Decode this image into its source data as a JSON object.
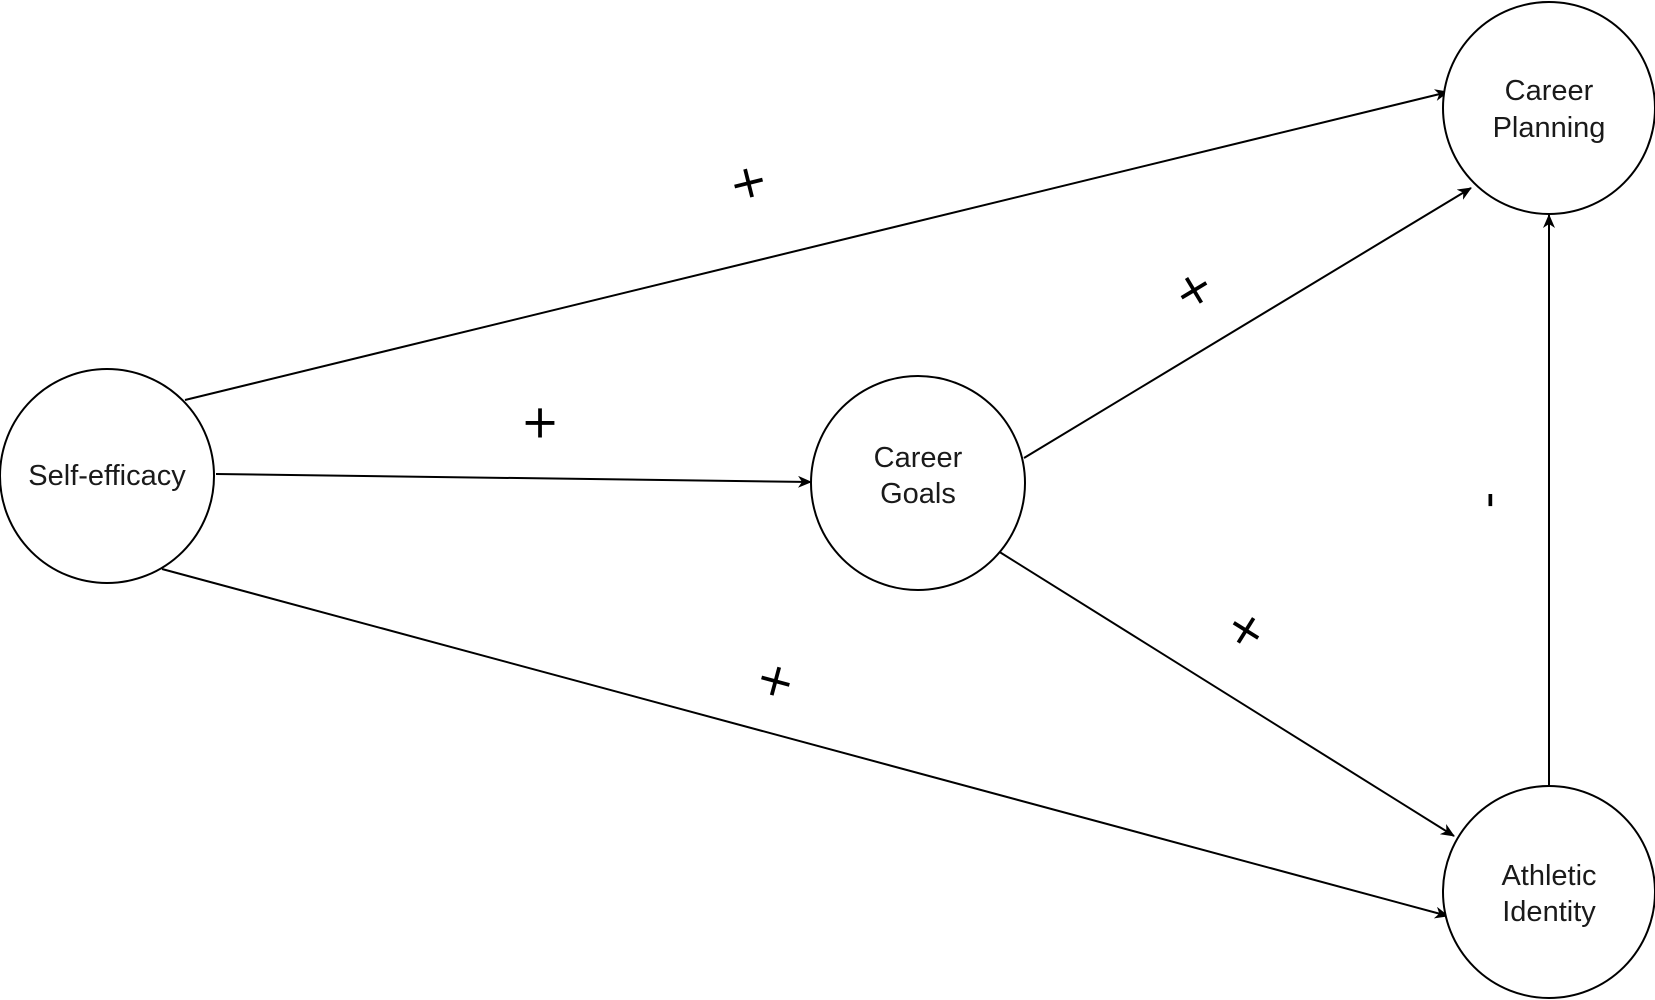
{
  "nodes": {
    "self_efficacy": {
      "lines": [
        "Self-efficacy"
      ]
    },
    "career_goals": {
      "lines": [
        "Career",
        "Goals"
      ]
    },
    "career_planning": {
      "lines": [
        "Career",
        "Planning"
      ]
    },
    "athletic_identity": {
      "lines": [
        "Athletic",
        "Identity"
      ]
    }
  },
  "edges": [
    {
      "from": "Self-efficacy",
      "to": "Career Planning",
      "sign": "+"
    },
    {
      "from": "Self-efficacy",
      "to": "Career Goals",
      "sign": "+"
    },
    {
      "from": "Self-efficacy",
      "to": "Athletic Identity",
      "sign": "+"
    },
    {
      "from": "Career Goals",
      "to": "Career Planning",
      "sign": "+"
    },
    {
      "from": "Career Goals",
      "to": "Athletic Identity",
      "sign": "+"
    },
    {
      "from": "Athletic Identity",
      "to": "Career Planning",
      "sign": "-"
    }
  ]
}
